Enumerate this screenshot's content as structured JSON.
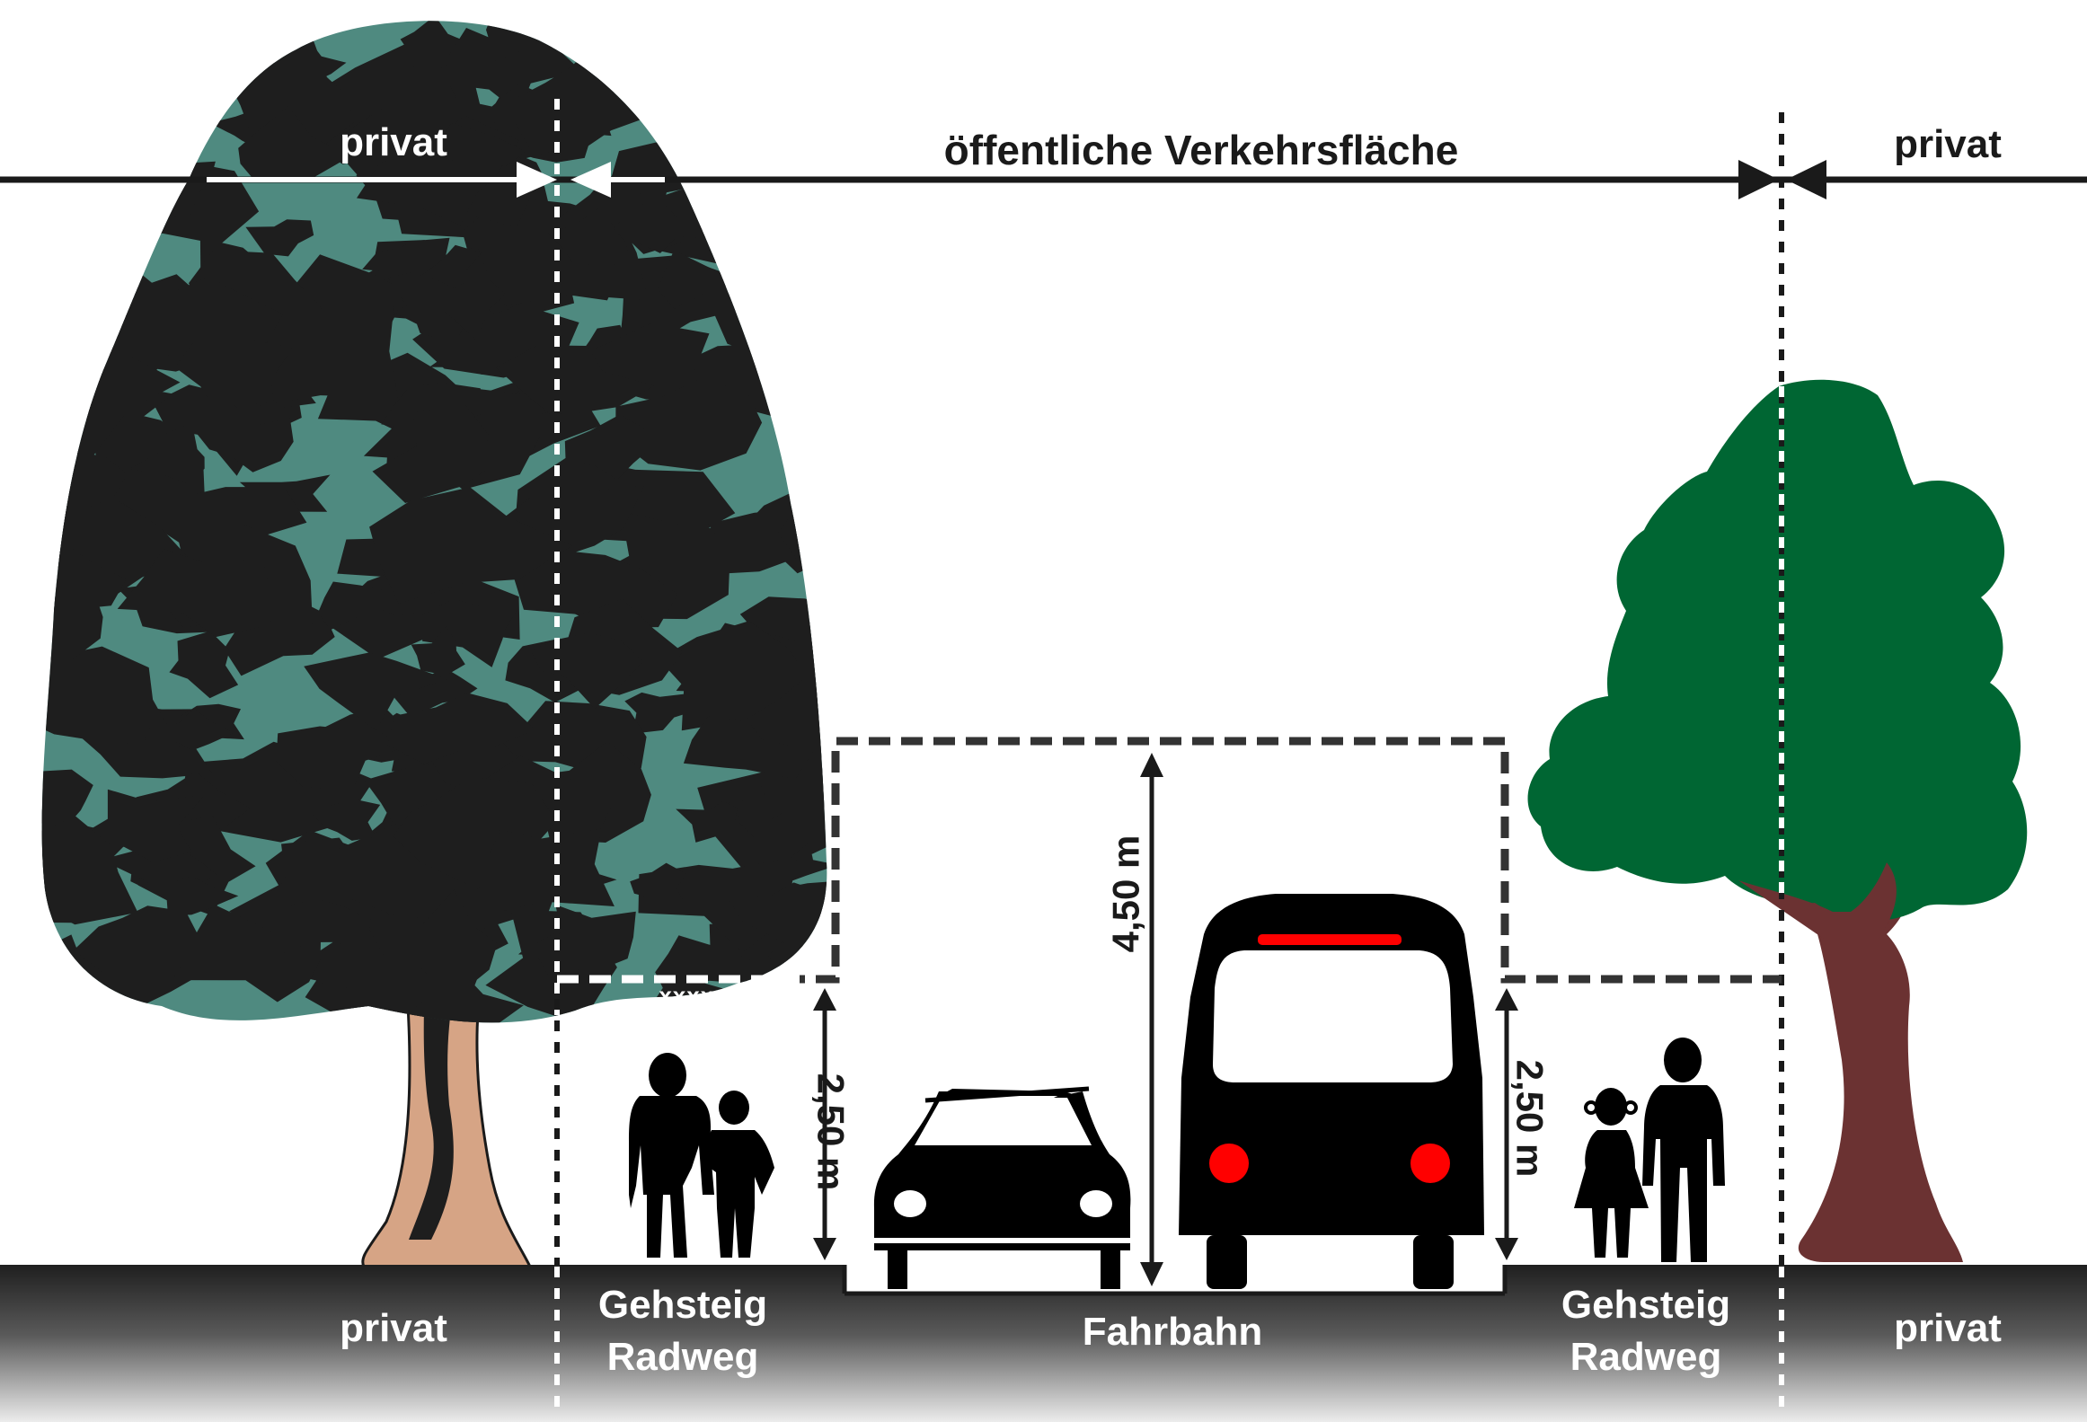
{
  "top": {
    "left_label": "privat",
    "center_label": "öffentliche Verkehrsfläche",
    "right_label": "privat"
  },
  "ground": {
    "left_label": "privat",
    "sidewalk_left": [
      "Gehsteig",
      "Radweg"
    ],
    "road_label": "Fahrbahn",
    "sidewalk_right": [
      "Gehsteig",
      "Radweg"
    ],
    "right_label": "privat"
  },
  "dimensions": {
    "left_clearance": "2,50 m",
    "road_clearance": "4,50 m",
    "right_clearance": "2,50 m"
  },
  "marks": {
    "hatch": "xxxxx"
  },
  "colors": {
    "line": "#1a1a1a",
    "big_tree_light": "#4f8a80",
    "big_tree_dark": "#1e1e1e",
    "big_tree_trunk": "#d6a485",
    "small_tree_crown": "#006633",
    "small_tree_trunk": "#6b3232",
    "bus_light": "#ff0000",
    "ground_top": "#222222",
    "ground_bottom": "#e6e6e6"
  }
}
